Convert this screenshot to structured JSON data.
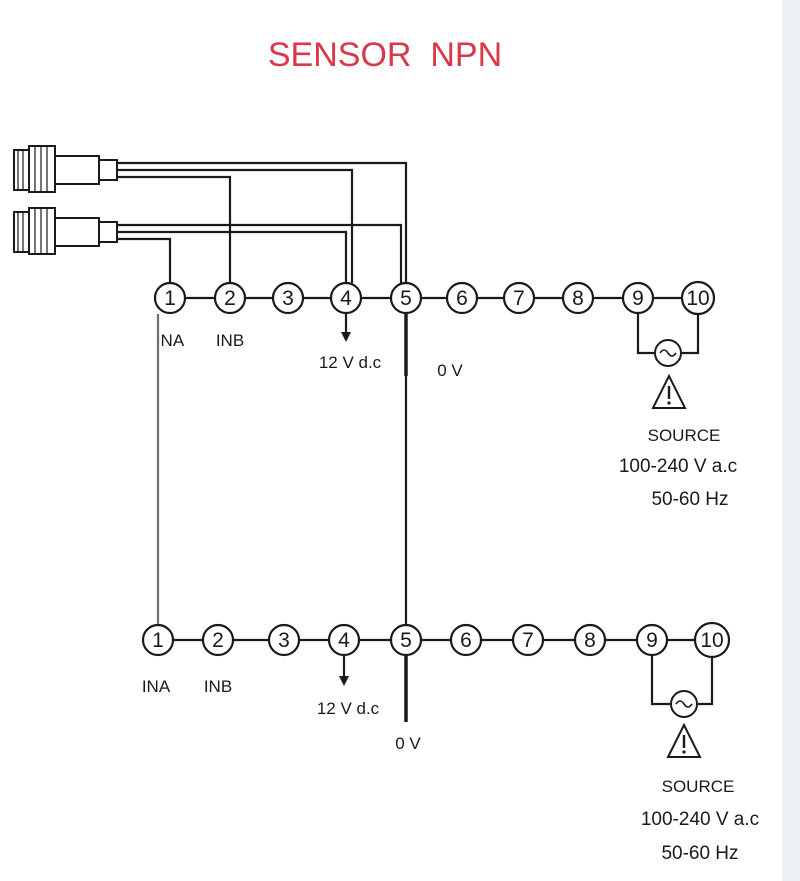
{
  "title": "SENSOR  NPN",
  "colors": {
    "title": "#d8384a",
    "line": "#1a1a1a",
    "wire_gray": "#6f6f6f"
  },
  "terminals": [
    "1",
    "2",
    "3",
    "4",
    "5",
    "6",
    "7",
    "8",
    "9",
    "10"
  ],
  "upper": {
    "ina": "INA",
    "inb": "INB",
    "v12": "12 V d.c",
    "v0": "0 V",
    "source": "SOURCE",
    "voltage": "100-240 V a.c",
    "frequency": "50-60 Hz"
  },
  "lower": {
    "ina": "INA",
    "inb": "INB",
    "v12": "12 V d.c",
    "v0": "0 V",
    "source": "SOURCE",
    "voltage": "100-240 V a.c",
    "frequency": "50-60 Hz"
  },
  "icons": [
    "ac-source-icon",
    "warning-icon",
    "proximity-sensor-icon",
    "arrow-down-icon"
  ]
}
